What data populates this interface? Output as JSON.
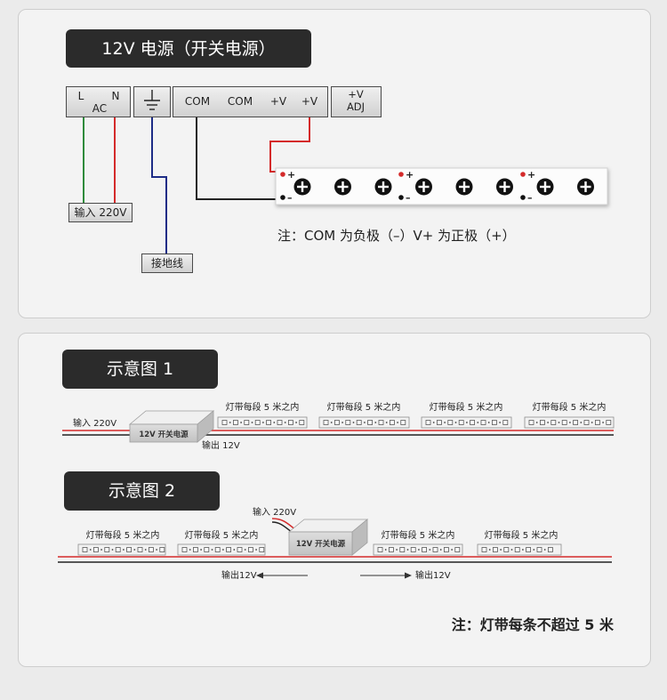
{
  "colors": {
    "page_bg": "#ebebeb",
    "panel_bg": "#f3f3f3",
    "title_bg": "#2b2b2b",
    "wire_red": "#d42a2a",
    "wire_green": "#2e8b3b",
    "wire_blue": "#1d2c86",
    "wire_black": "#222222"
  },
  "power_supply_panel": {
    "title": "12V 电源（开关电源）",
    "ac_terminal": {
      "l": "L",
      "n": "N",
      "label": "AC"
    },
    "ground_terminal": {
      "icon": "ground-icon"
    },
    "output_terminals": [
      "COM",
      "COM",
      "+V",
      "+V"
    ],
    "adj_terminal": {
      "top": "+V",
      "bottom": "ADJ"
    },
    "input_label": "输入 220V",
    "ground_label": "接地线",
    "strip_marks": {
      "positive": "+",
      "negative": "–"
    },
    "note": "注：COM 为负极（–）V+ 为正极（+）"
  },
  "diagram_1": {
    "title": "示意图 1",
    "input_label": "输入 220V",
    "psu_label": "12V 开关电源",
    "output_label": "输出 12V",
    "segment_labels": [
      "灯带每段 5 米之内",
      "灯带每段 5 米之内",
      "灯带每段 5 米之内",
      "灯带每段 5 米之内"
    ]
  },
  "diagram_2": {
    "title": "示意图 2",
    "input_label": "输入 220V",
    "psu_label": "12V 开关电源",
    "output_left_label": "输出12V",
    "output_right_label": "输出12V",
    "segment_labels": [
      "灯带每段 5 米之内",
      "灯带每段 5 米之内",
      "灯带每段 5 米之内",
      "灯带每段 5 米之内"
    ]
  },
  "footnote": "注：灯带每条不超过 5 米"
}
